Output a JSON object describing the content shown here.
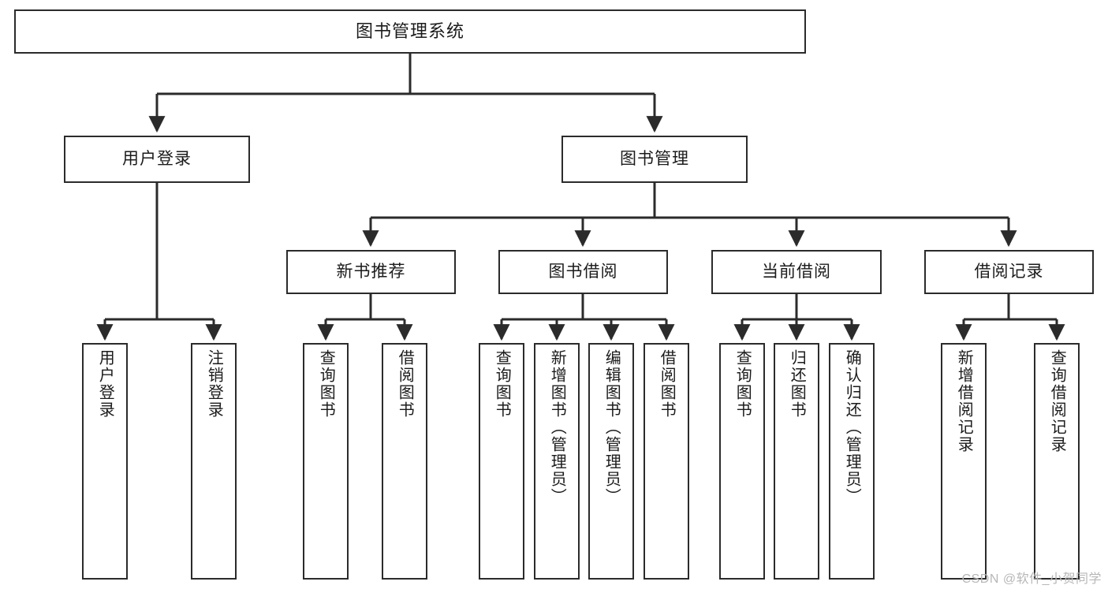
{
  "diagram": {
    "title": "图书管理系统",
    "type": "tree",
    "watermark": "CSDN @软件_小贺同学",
    "colors": {
      "box_border": "#2b2b2b",
      "box_fill": "#ffffff",
      "edge": "#2b2b2b",
      "text": "#1b1b1b",
      "watermark": "#b7b7b7",
      "background": "#ffffff"
    },
    "root": {
      "label": "图书管理系统"
    },
    "level2": [
      {
        "label": "用户登录"
      },
      {
        "label": "图书管理"
      }
    ],
    "level3": [
      {
        "label": "新书推荐"
      },
      {
        "label": "图书借阅"
      },
      {
        "label": "当前借阅"
      },
      {
        "label": "借阅记录"
      }
    ],
    "leaves": {
      "user_login": [
        {
          "label": "用户登录"
        },
        {
          "label": "注销登录"
        }
      ],
      "new_book": [
        {
          "label": "查询图书"
        },
        {
          "label": "借阅图书"
        }
      ],
      "borrow": [
        {
          "label": "查询图书"
        },
        {
          "label": "新增图书（管理员）"
        },
        {
          "label": "编辑图书（管理员）"
        },
        {
          "label": "借阅图书"
        }
      ],
      "current": [
        {
          "label": "查询图书"
        },
        {
          "label": "归还图书"
        },
        {
          "label": "确认归还（管理员）"
        }
      ],
      "records": [
        {
          "label": "新增借阅记录"
        },
        {
          "label": "查询借阅记录"
        }
      ]
    }
  }
}
